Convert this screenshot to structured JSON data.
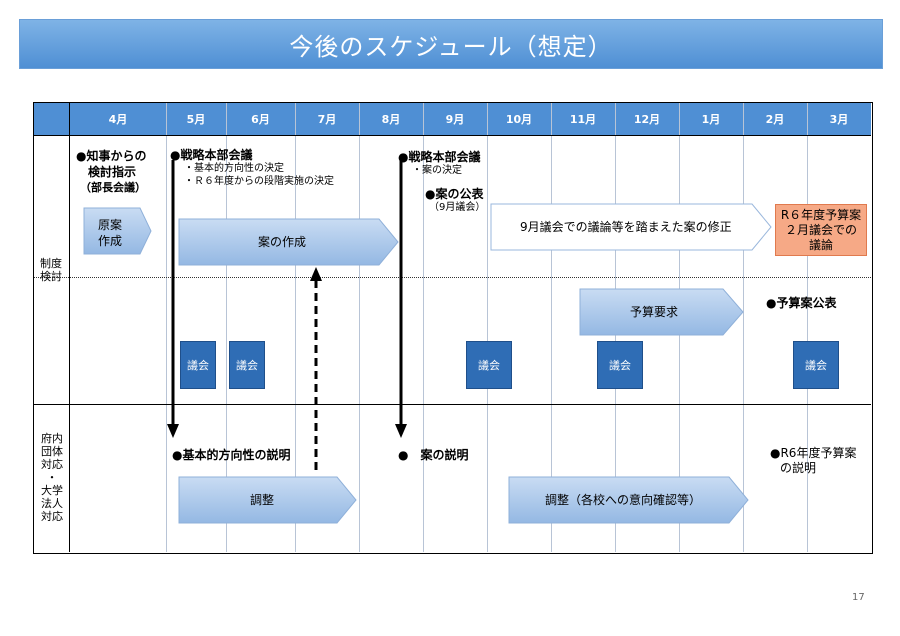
{
  "title": "今後のスケジュール（想定）",
  "months": [
    "4月",
    "5月",
    "6月",
    "7月",
    "8月",
    "9月",
    "10月",
    "11月",
    "12月",
    "1月",
    "2月",
    "3月"
  ],
  "rows": {
    "seido": [
      "制度",
      "検討"
    ],
    "futai": [
      "府内",
      "団体",
      "対応",
      "・",
      "大学",
      "法人",
      "対応"
    ]
  },
  "events": {
    "chiji_1": "●知事からの",
    "chiji_2": "検討指示",
    "chiji_3": "（部長会議）",
    "senryaku1_title": "●戦略本部会議",
    "senryaku1_sub1": "・基本的方向性の決定",
    "senryaku1_sub2": "・Ｒ６年度からの段階実施の決定",
    "senryaku2_title": "●戦略本部会議",
    "senryaku2_sub1": "・案の決定",
    "kouhyou_title": "●案の公表",
    "kouhyou_sub": "（9月議会）",
    "yosan_kouhyou": "●予算案公表",
    "kihon_setsumei": "●基本的方向性の説明",
    "an_setsumei": "●　案の説明",
    "r6_setsumei_1": "●R6年度予算案",
    "r6_setsumei_2": "の説明"
  },
  "arrows": {
    "gen_an_1": "原案",
    "gen_an_2": "作成",
    "an_sakusei": "案の作成",
    "shusei": "9月議会での議論等を踏まえた案の修正",
    "yosan_youkyu": "予算要求",
    "chousei1": "調整",
    "chousei2": "調整（各校への意向確認等）"
  },
  "note": {
    "line1": "R６年度予算案",
    "line2": "２月議会での",
    "line3": "議論"
  },
  "gikai_label": "議会",
  "page_number": "17",
  "colors": {
    "header_blue": "#4f8fd4",
    "gikai_blue": "#2f6db5",
    "arrow_light": "#a9c6ea",
    "note_orange": "#f6a986"
  }
}
